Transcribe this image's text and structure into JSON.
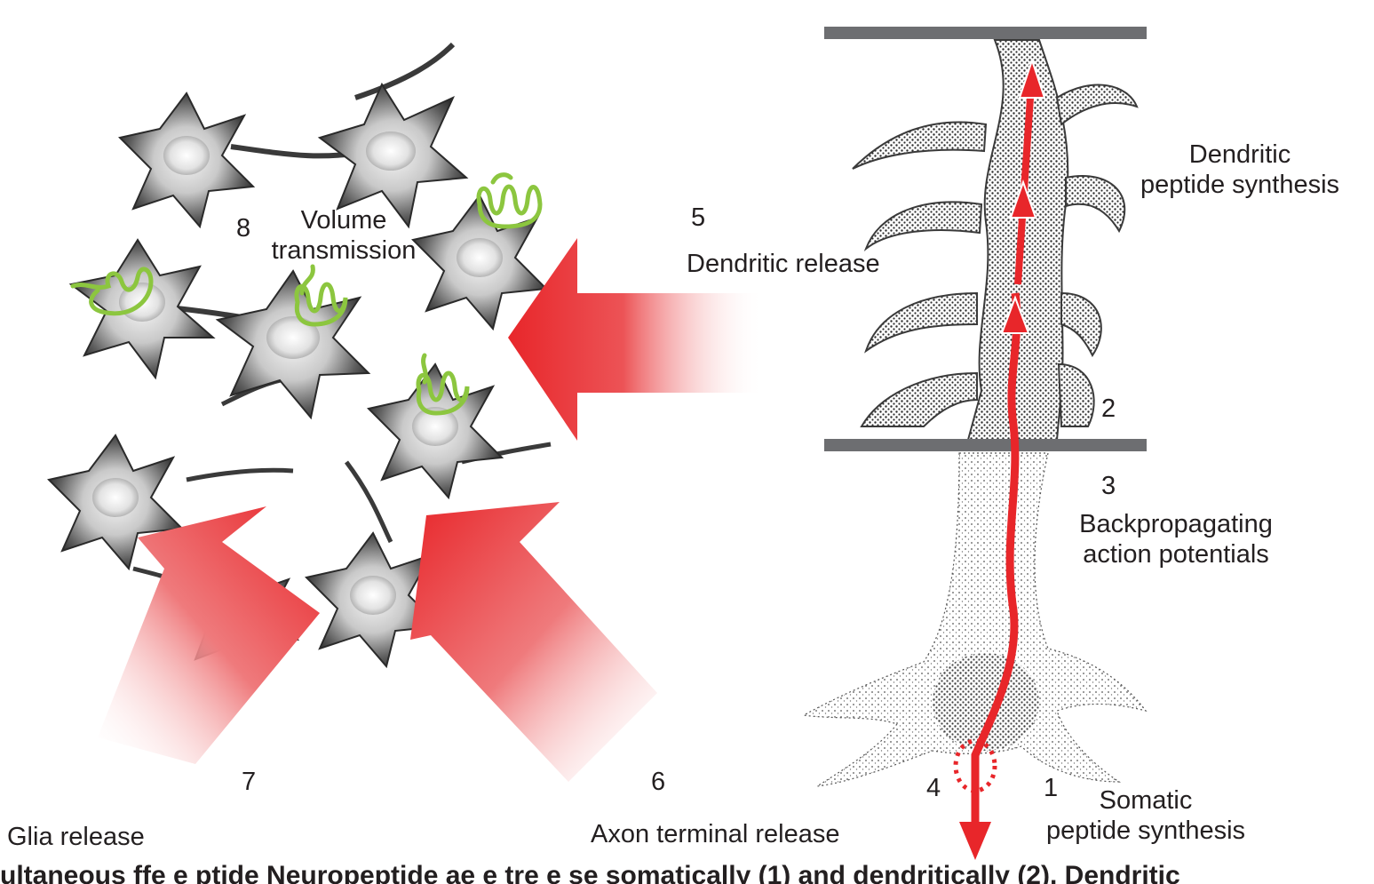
{
  "labels": {
    "dendritic_synthesis": [
      "Dendritic",
      "peptide synthesis"
    ],
    "dendritic_release": "Dendritic release",
    "volume_transmission": [
      "Volume",
      "transmission"
    ],
    "backpropagating": [
      "Backpropagating",
      "action potentials"
    ],
    "somatic_synthesis": [
      "Somatic",
      "peptide synthesis"
    ],
    "glia_release": "Glia release",
    "axon_release": "Axon terminal release"
  },
  "numbers": {
    "n1": "1",
    "n2": "2",
    "n3": "3",
    "n4": "4",
    "n5": "5",
    "n6": "6",
    "n7": "7",
    "n8": "8"
  },
  "caption": "ultaneous ffe e ptide  Neuropeptide  ae e tre  e se  somatically (1) and dendritically (2). Dendritic",
  "colors": {
    "arrow_red": "#e8262a",
    "peptide_green": "#8cc63f",
    "bar_gray": "#6d6e71",
    "cell_dark": "#3a3a3a"
  }
}
